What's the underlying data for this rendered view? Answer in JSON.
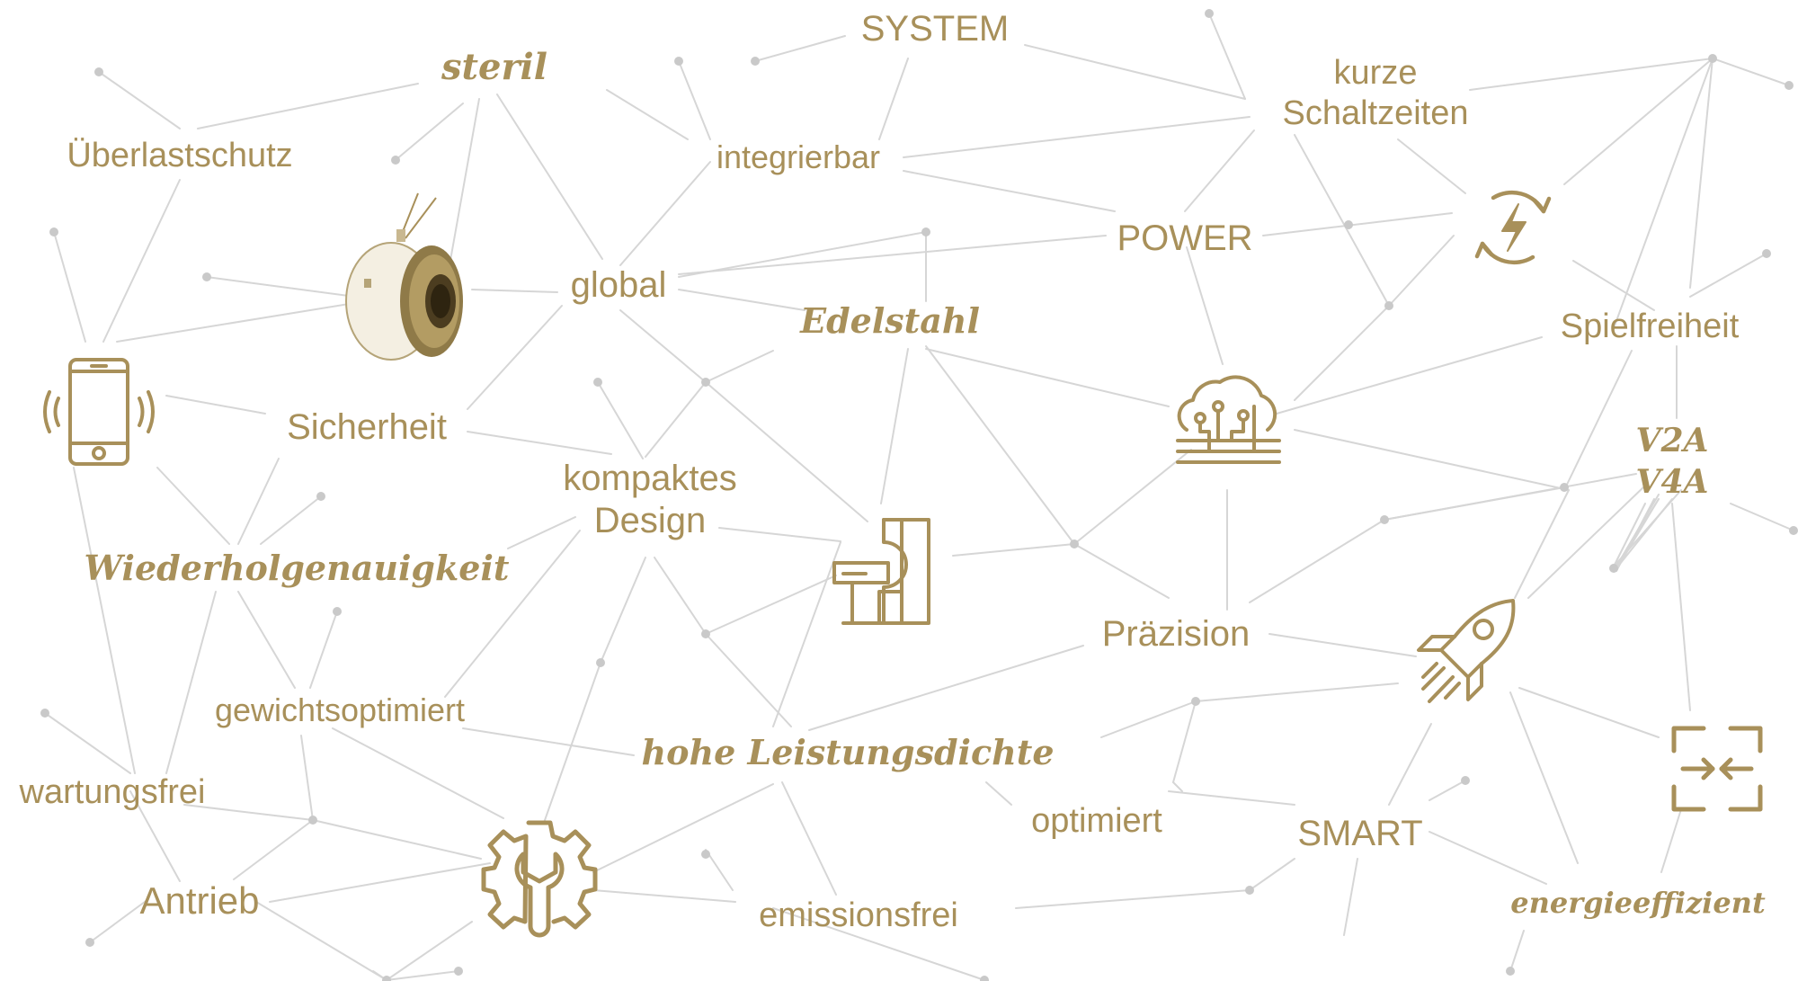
{
  "colors": {
    "accent": "#a8905a",
    "line": "#d6d6d6",
    "dot": "#c9c9c9",
    "background": "#ffffff"
  },
  "keywords": {
    "system": "SYSTEM",
    "steril": "steril",
    "kurze_1": "kurze",
    "kurze_2": "Schaltzeiten",
    "ueberlastschutz": "Überlastschutz",
    "integrierbar": "integrierbar",
    "power": "POWER",
    "global": "global",
    "edelstahl": "Edelstahl",
    "spielfreiheit": "Spielfreiheit",
    "sicherheit": "Sicherheit",
    "kompaktes_1": "kompaktes",
    "kompaktes_2": "Design",
    "v2a": "V2A",
    "v4a": "V4A",
    "wiederholgenauigkeit": "Wiederholgenauigkeit",
    "praezision": "Präzision",
    "gewichtsoptimiert": "gewichtsoptimiert",
    "hohe_leistungsdichte": "hohe Leistungsdichte",
    "wartungsfrei": "wartungsfrei",
    "optimiert": "optimiert",
    "smart": "SMART",
    "antrieb": "Antrieb",
    "emissionsfrei": "emissionsfrei",
    "energieeffizient": "energieeffizient"
  },
  "icons": [
    "brake-clutch-product-image",
    "smartphone-icon",
    "lightning-cycle-icon",
    "cloud-circuit-icon",
    "medical-scanner-icon",
    "rocket-icon",
    "gear-wrench-icon",
    "compress-arrows-icon"
  ]
}
